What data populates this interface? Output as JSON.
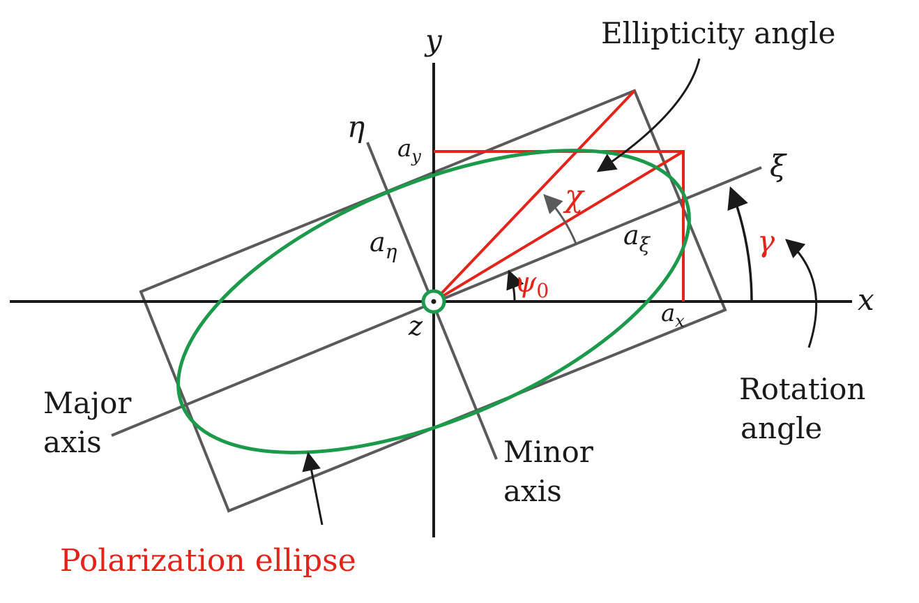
{
  "labels": {
    "y_axis": "y",
    "x_axis": "x",
    "z_axis": "z",
    "eta_axis": "η",
    "xi_axis": "ξ",
    "a_y": "a",
    "a_y_sub": "y",
    "a_x": "a",
    "a_x_sub": "x",
    "a_eta": "a",
    "a_eta_sub": "η",
    "a_xi": "a",
    "a_xi_sub": "ξ",
    "chi": "χ",
    "psi": "ψ",
    "psi_sub": "0",
    "gamma": "γ",
    "ellipticity_angle": "Ellipticity angle",
    "rotation_line1": "Rotation",
    "rotation_line2": "angle",
    "major_line1": "Major",
    "major_line2": "axis",
    "minor_line1": "Minor",
    "minor_line2": "axis",
    "polarization_ellipse": "Polarization ellipse"
  },
  "colors": {
    "axis": "#1a1a1a",
    "frame": "#5a5a5a",
    "red": "#e3241b",
    "ellipse": "#1a9a4a"
  }
}
